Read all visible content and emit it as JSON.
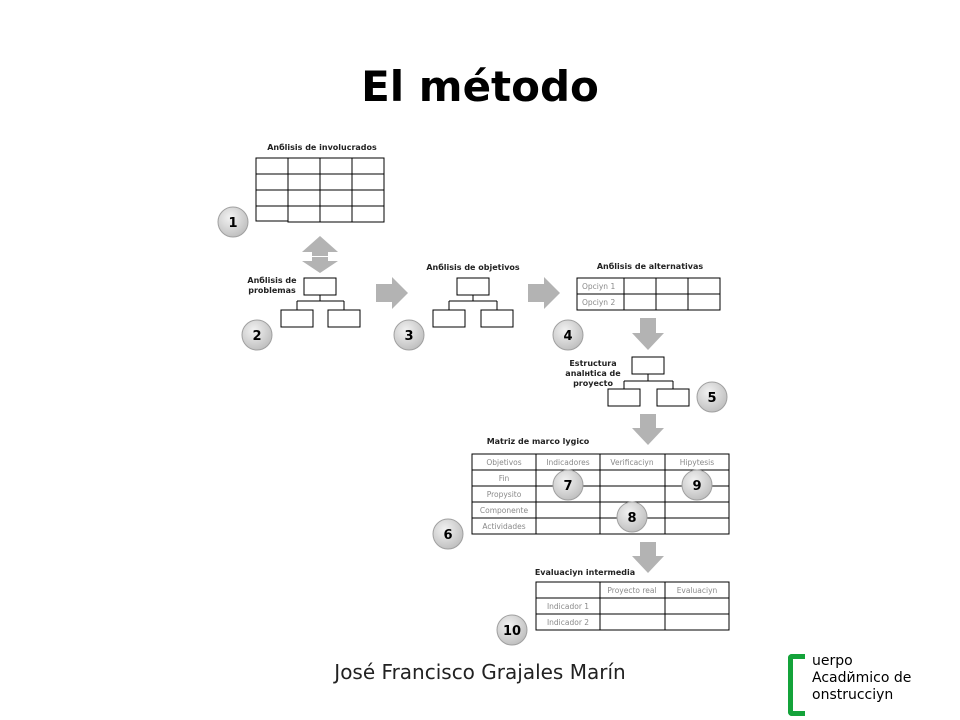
{
  "title": "El método",
  "author": "José Francisco Grajales Marín",
  "logo": {
    "line1": "uerpo",
    "line2": "Acadйmico de",
    "line3": "onstrucciyn",
    "color": "#14a33a"
  },
  "steps": {
    "s1": {
      "number": "1",
      "label": "Anбlisis de involucrados"
    },
    "s2": {
      "number": "2",
      "label_line1": "Anбlisis de",
      "label_line2": "problemas"
    },
    "s3": {
      "number": "3",
      "label": "Anбlisis de objetivos"
    },
    "s4": {
      "number": "4",
      "label": "Anбlisis de alternativas",
      "rows": [
        "Opciyn 1",
        "Opciyn 2"
      ]
    },
    "s5": {
      "number": "5",
      "label_line1": "Estructura",
      "label_line2": "analнtica de",
      "label_line3": "proyecto"
    },
    "s6": {
      "number": "6",
      "label": "Matriz de marco lygico",
      "headers": [
        "Objetivos",
        "Indicadores",
        "Verificaciyn",
        "Hipytesis"
      ],
      "rows": [
        "Fin",
        "Propysito",
        "Componente",
        "Actividades"
      ]
    },
    "s7": {
      "number": "7"
    },
    "s8": {
      "number": "8"
    },
    "s9": {
      "number": "9"
    },
    "s10": {
      "number": "10",
      "label": "Evaluaciyn intermedia",
      "headers": [
        "Proyecto real",
        "Evaluaciyn"
      ],
      "rows": [
        "Indicador 1",
        "Indicador 2"
      ]
    }
  },
  "colors": {
    "arrow": "#b3b3b3",
    "badge": "#d9d9d9"
  }
}
